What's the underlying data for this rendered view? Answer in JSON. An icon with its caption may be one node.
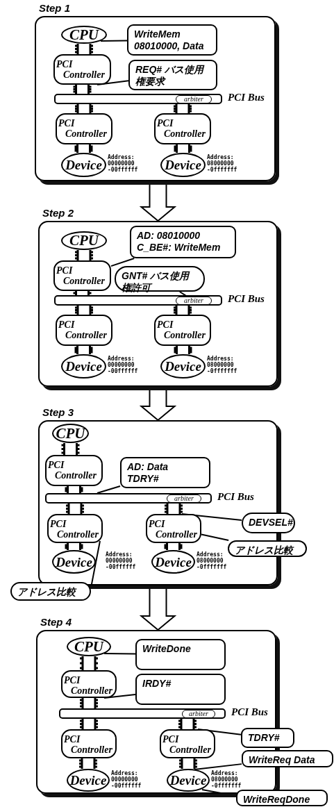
{
  "diagram": {
    "nodes": [
      {
        "text": [
          "Step 1"
        ]
      },
      {
        "text": [
          "CPU"
        ],
        "in": 0
      },
      {
        "text": [
          "WriteMem 08010000, Data"
        ],
        "in": 0
      },
      {
        "text": [
          "PCI Controller"
        ],
        "in": 0
      },
      {
        "text": [
          "REQ# バス使用権要求"
        ],
        "in": 0
      },
      {
        "text": [],
        "shape": "bar",
        "beside": [
          "PCI Bus"
        ],
        "in": 0
      },
      {
        "text": [
          "arbiter"
        ],
        "in": 5
      },
      {
        "text": [
          "PCI Controller"
        ],
        "in": 0
      },
      {
        "text": [
          "PCI Controller"
        ],
        "in": 0
      },
      {
        "text": [
          "Device"
        ],
        "beside": [
          "Address: 00000000 -00ffffff"
        ],
        "in": 0
      },
      {
        "text": [
          "Device"
        ],
        "beside": [
          "Address: 08000000 -0fffffff"
        ],
        "in": 0
      },
      {
        "text": [
          "Step 2"
        ]
      },
      {
        "text": [
          "CPU"
        ],
        "in": 11
      },
      {
        "text": [
          "AD: 08010000 C_BE#: WriteMem"
        ],
        "in": 11
      },
      {
        "text": [
          "PCI Controller"
        ],
        "in": 11
      },
      {
        "text": [
          "GNT# バス使用権許可"
        ],
        "in": 11
      },
      {
        "text": [],
        "shape": "bar",
        "beside": [
          "PCI Bus"
        ],
        "in": 11
      },
      {
        "text": [
          "arbiter"
        ],
        "in": 16
      },
      {
        "text": [
          "PCI Controller"
        ],
        "in": 11
      },
      {
        "text": [
          "PCI Controller"
        ],
        "in": 11
      },
      {
        "text": [
          "Device"
        ],
        "beside": [
          "Address: 00000000 -00ffffff"
        ],
        "in": 11
      },
      {
        "text": [
          "Device"
        ],
        "beside": [
          "Address: 08000000 -0fffffff"
        ],
        "in": 11
      },
      {
        "text": [
          "Step 3"
        ]
      },
      {
        "text": [
          "CPU"
        ],
        "in": 22
      },
      {
        "text": [
          "PCI Controller"
        ],
        "in": 22
      },
      {
        "text": [
          "AD: Data TDRY#"
        ],
        "in": 22
      },
      {
        "text": [],
        "shape": "bar",
        "beside": [
          "PCI Bus"
        ],
        "in": 22
      },
      {
        "text": [
          "arbiter"
        ],
        "in": 26
      },
      {
        "text": [
          "PCI Controller"
        ],
        "in": 22
      },
      {
        "text": [
          "PCI Controller"
        ],
        "in": 22
      },
      {
        "text": [
          "DEVSEL#"
        ]
      },
      {
        "text": [
          "アドレス比較"
        ]
      },
      {
        "text": [
          "Device"
        ],
        "beside": [
          "Address: 00000000 -00ffffff"
        ],
        "in": 22
      },
      {
        "text": [
          "Device"
        ],
        "beside": [
          "Address: 08000000 -0fffffff"
        ],
        "in": 22
      },
      {
        "text": [
          "アドレス比較"
        ]
      },
      {
        "text": [
          "Step 4"
        ]
      },
      {
        "text": [
          "CPU"
        ],
        "in": 35
      },
      {
        "text": [
          "WriteDone"
        ],
        "in": 35
      },
      {
        "text": [
          "PCI Controller"
        ],
        "in": 35
      },
      {
        "text": [
          "IRDY#"
        ],
        "in": 35
      },
      {
        "text": [],
        "shape": "bar",
        "beside": [
          "PCI Bus"
        ],
        "in": 35
      },
      {
        "text": [
          "arbiter"
        ],
        "in": 40
      },
      {
        "text": [
          "PCI Controller"
        ],
        "in": 35
      },
      {
        "text": [
          "PCI Controller"
        ],
        "in": 35
      },
      {
        "text": [
          "TDRY#"
        ]
      },
      {
        "text": [
          "WriteReq Data"
        ]
      },
      {
        "text": [
          "Device"
        ],
        "beside": [
          "Address: 00000000 -00ffffff"
        ],
        "in": 35
      },
      {
        "text": [
          "Device"
        ],
        "beside": [
          "Address: 08000000 -0fffffff"
        ],
        "in": 35
      },
      {
        "text": [
          "WriteReqDone"
        ]
      }
    ],
    "edges": [
      {
        "from": 1,
        "to": 3,
        "arrow": "none"
      },
      {
        "from": 3,
        "to": 5,
        "arrow": "none"
      },
      {
        "from": 5,
        "to": 7,
        "arrow": "none"
      },
      {
        "from": 5,
        "to": 8,
        "arrow": "none"
      },
      {
        "from": 7,
        "to": 9,
        "arrow": "none"
      },
      {
        "from": 8,
        "to": 10,
        "arrow": "none"
      },
      {
        "from": 2,
        "to": 1,
        "arrow": "none"
      },
      {
        "from": 4,
        "to": 3,
        "arrow": "none"
      },
      {
        "from": 0,
        "to": 11,
        "arrow": "to",
        "style": "thick"
      },
      {
        "from": 12,
        "to": 14,
        "arrow": "none"
      },
      {
        "from": 14,
        "to": 16,
        "arrow": "none"
      },
      {
        "from": 16,
        "to": 18,
        "arrow": "none"
      },
      {
        "from": 16,
        "to": 19,
        "arrow": "none"
      },
      {
        "from": 18,
        "to": 20,
        "arrow": "none"
      },
      {
        "from": 19,
        "to": 21,
        "arrow": "none"
      },
      {
        "from": 13,
        "to": 14,
        "arrow": "none"
      },
      {
        "from": 15,
        "to": 17,
        "arrow": "none"
      },
      {
        "from": 11,
        "to": 22,
        "arrow": "to",
        "style": "thick"
      },
      {
        "from": 23,
        "to": 24,
        "arrow": "none"
      },
      {
        "from": 24,
        "to": 26,
        "arrow": "none"
      },
      {
        "from": 26,
        "to": 28,
        "arrow": "none"
      },
      {
        "from": 26,
        "to": 29,
        "arrow": "none"
      },
      {
        "from": 28,
        "to": 32,
        "arrow": "none"
      },
      {
        "from": 29,
        "to": 33,
        "arrow": "none"
      },
      {
        "from": 25,
        "to": 26,
        "arrow": "none"
      },
      {
        "from": 30,
        "to": 29,
        "arrow": "none"
      },
      {
        "from": 31,
        "to": 29,
        "arrow": "none"
      },
      {
        "from": 34,
        "to": 28,
        "arrow": "none"
      },
      {
        "from": 22,
        "to": 35,
        "arrow": "to",
        "style": "thick"
      },
      {
        "from": 36,
        "to": 38,
        "arrow": "none"
      },
      {
        "from": 38,
        "to": 40,
        "arrow": "none"
      },
      {
        "from": 40,
        "to": 42,
        "arrow": "none"
      },
      {
        "from": 40,
        "to": 43,
        "arrow": "none"
      },
      {
        "from": 42,
        "to": 46,
        "arrow": "none"
      },
      {
        "from": 43,
        "to": 47,
        "arrow": "none"
      },
      {
        "from": 37,
        "to": 36,
        "arrow": "none"
      },
      {
        "from": 39,
        "to": 38,
        "arrow": "none"
      },
      {
        "from": 44,
        "to": 43,
        "arrow": "none"
      },
      {
        "from": 45,
        "to": 47,
        "arrow": "none"
      },
      {
        "from": 48,
        "to": 47,
        "arrow": "none"
      }
    ]
  }
}
